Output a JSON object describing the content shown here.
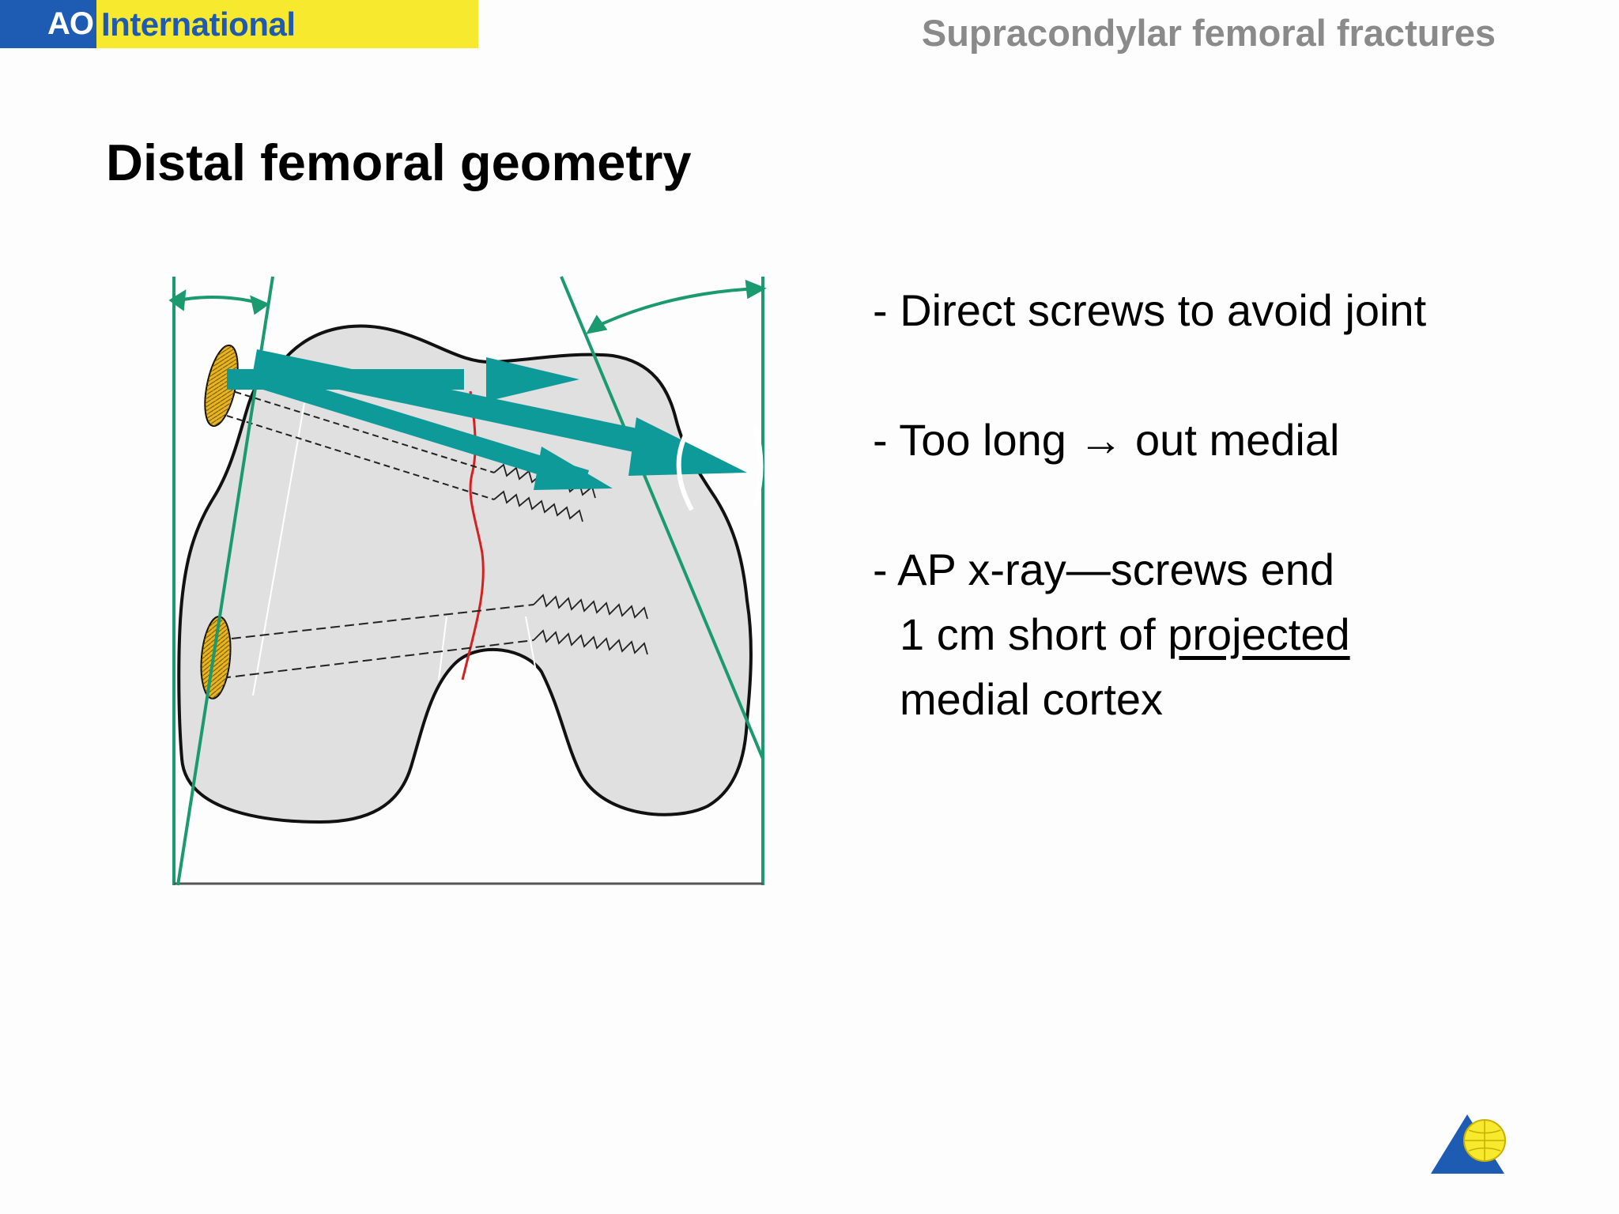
{
  "header": {
    "logo_ao": "AO",
    "logo_international": "International",
    "presentation_title": "Supracondylar femoral fractures"
  },
  "slide": {
    "title": "Distal femoral geometry"
  },
  "bullets": {
    "item1": "- Direct screws to avoid joint",
    "item2": "- Too long → out medial",
    "item3_line1": "- AP x-ray—screws end",
    "item3_line2_pre": "1 cm short of ",
    "item3_line2_underlined": "projected",
    "item3_line3": "medial cortex"
  },
  "colors": {
    "logo_blue": "#1e5bb3",
    "logo_yellow": "#f6e92e",
    "reference_lines": "#1a9a6e",
    "arrows": "#0f9a9a",
    "fracture_line": "#d62020",
    "screw_head": "#e8b422",
    "bone_fill": "#e0e0e0"
  },
  "icons": {
    "footer": "ao-triangle-globe-icon"
  }
}
